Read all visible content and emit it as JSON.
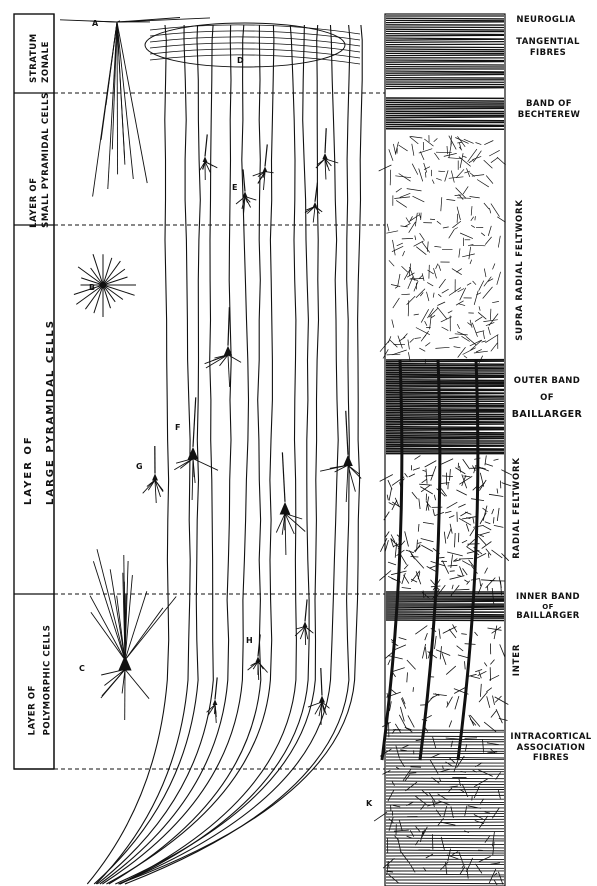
{
  "layers": [
    {
      "key": "stratum",
      "lines": [
        "STRATUM",
        "ZONALE"
      ]
    },
    {
      "key": "small",
      "lines": [
        "LAYER OF",
        "SMALL PYRAMIDAL CELLS"
      ]
    },
    {
      "key": "large",
      "lines": [
        "LAYER OF",
        "LARGE PYRAMIDAL CELLS"
      ]
    },
    {
      "key": "poly",
      "lines": [
        "LAYER OF",
        "POLYMORPHIC CELLS"
      ]
    }
  ],
  "right_labels": {
    "neuroglia": "NEUROGLIA",
    "tangential": [
      "TANGENTIAL",
      "FIBRES"
    ],
    "bechterew": [
      "BAND OF",
      "BECHTEREW"
    ],
    "supra_radial": "SUPRA RADIAL FELTWORK",
    "outer_band": [
      "OUTER BAND",
      "OF",
      "BAILLARGER"
    ],
    "radial": "RADIAL FELTWORK",
    "inner_band": [
      "INNER BAND",
      "OF",
      "BAILLARGER"
    ],
    "inter": "INTER",
    "intracortical": [
      "INTRACORTICAL",
      "ASSOCIATION",
      "FIBRES"
    ]
  },
  "cell_letters": [
    "A",
    "B",
    "C",
    "D",
    "E",
    "F",
    "G",
    "H",
    "K"
  ],
  "palette": {
    "ink": "#111111",
    "paper": "#ffffff"
  }
}
